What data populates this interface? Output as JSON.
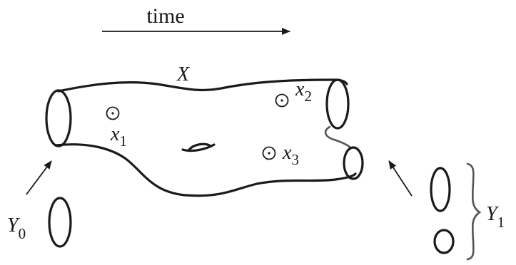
{
  "time_label": "time",
  "surface_label": "X",
  "points": [
    {
      "base": "x",
      "sub": "1"
    },
    {
      "base": "x",
      "sub": "2"
    },
    {
      "base": "x",
      "sub": "3"
    }
  ],
  "boundary_in": {
    "base": "Y",
    "sub": "0"
  },
  "boundary_out": {
    "base": "Y",
    "sub": "1"
  },
  "colors": {
    "ink": "#1a1a1a",
    "grey": "#555555"
  }
}
